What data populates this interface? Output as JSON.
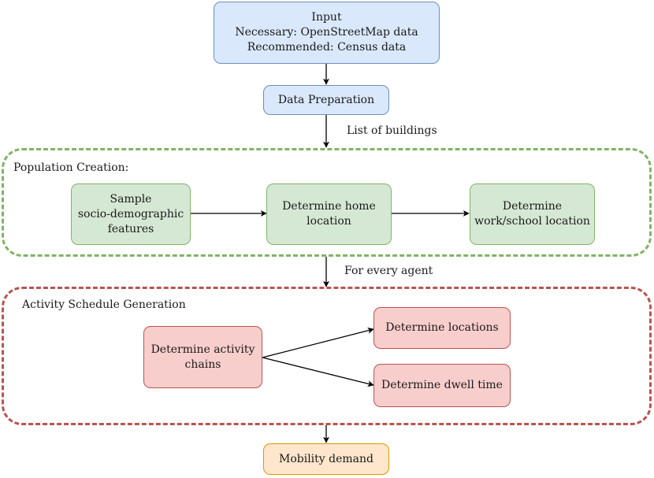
{
  "nodes": {
    "input": {
      "title": "Input",
      "line1": "Necessary: OpenStreetMap data",
      "line2": "Recommended: Census data"
    },
    "data_prep": "Data Preparation",
    "sample": [
      "Sample",
      "socio-demographic",
      "features"
    ],
    "home": [
      "Determine home",
      "location"
    ],
    "work": [
      "Determine",
      "work/school location"
    ],
    "chains": [
      "Determine activity",
      "chains"
    ],
    "locations": "Determine locations",
    "dwell": "Determine dwell time",
    "mobility": "Mobility demand"
  },
  "groups": {
    "population": "Population Creation:",
    "activity": "Activity Schedule Generation"
  },
  "edge_labels": {
    "buildings": "List of buildings",
    "every_agent": "For every agent"
  },
  "colors": {
    "blue_fill": "#dae8fc",
    "blue_stroke": "#6c8ebf",
    "green_fill": "#d5e8d4",
    "green_stroke": "#82b366",
    "red_fill": "#f8cecc",
    "red_stroke": "#b85450",
    "orange_fill": "#ffe6cc",
    "orange_stroke": "#d79b00"
  }
}
